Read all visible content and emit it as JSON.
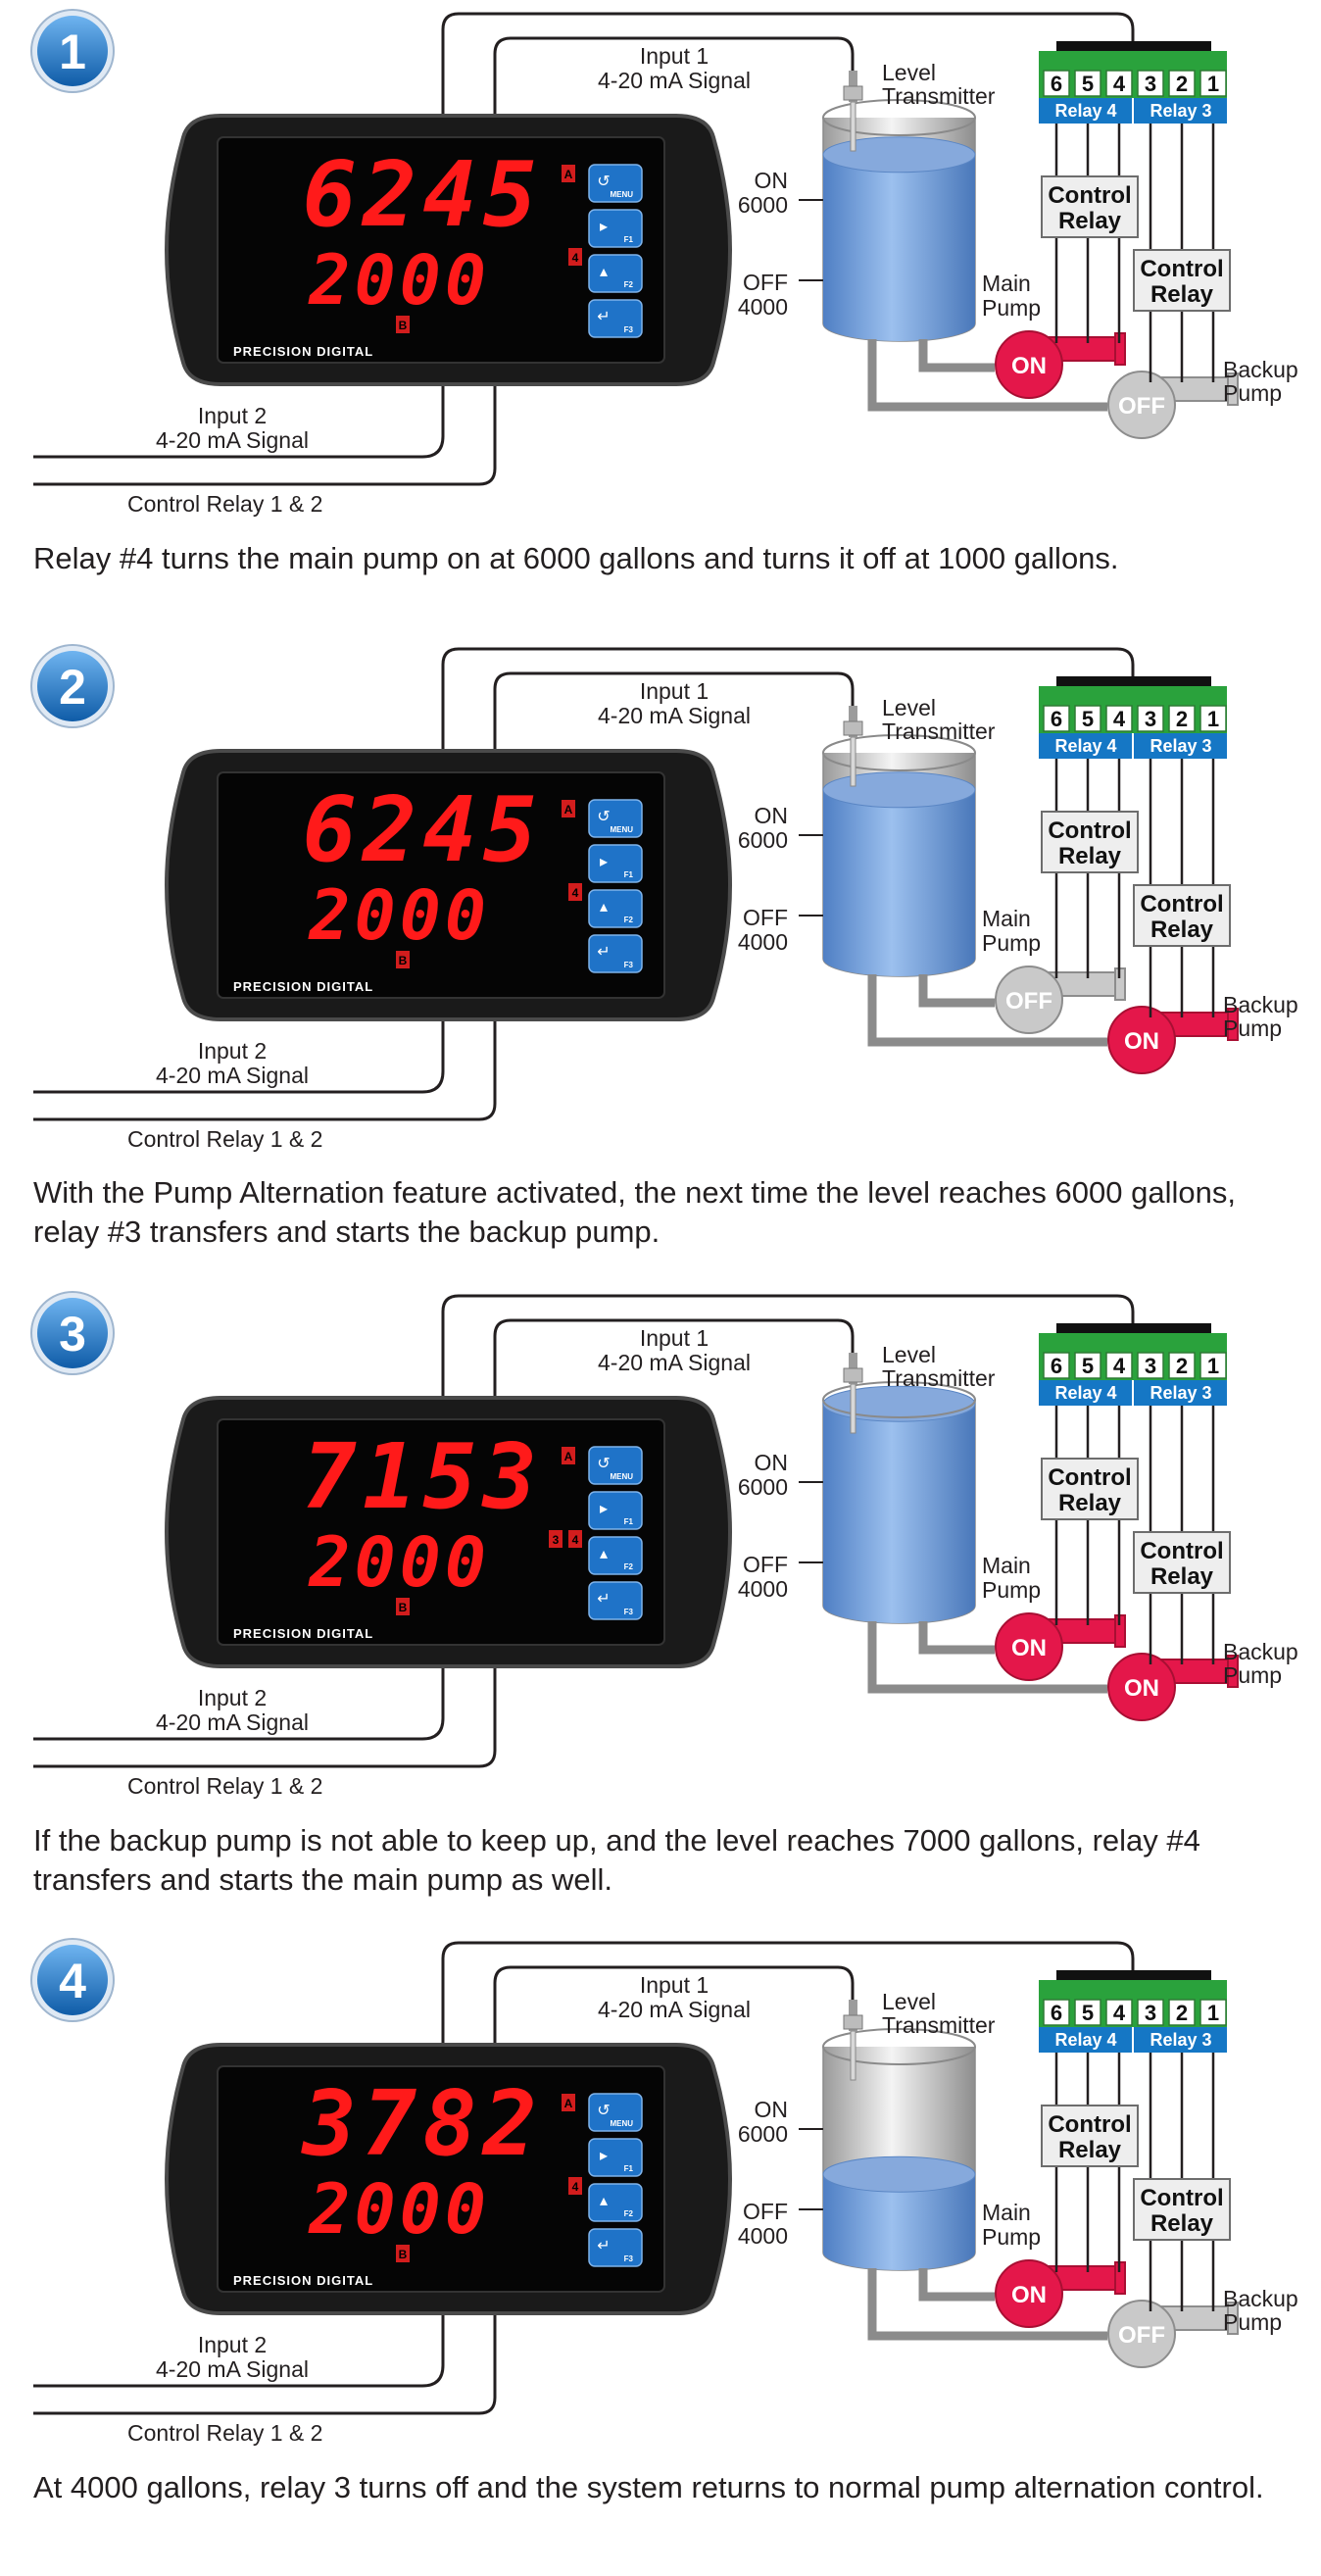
{
  "common": {
    "input1_line1": "Input 1",
    "input1_line2": "4-20 mA Signal",
    "input2_line1": "Input 2",
    "input2_line2": "4-20 mA Signal",
    "control_relays": "Control Relay 1 & 2",
    "level_line1": "Level",
    "level_line2": "Transmitter",
    "on_label": "ON",
    "on_value": "6000",
    "off_label": "OFF",
    "off_value": "4000",
    "main_pump_line1": "Main",
    "main_pump_line2": "Pump",
    "backup_pump_line1": "Backup",
    "backup_pump_line2": "Pump",
    "terminals": [
      "6",
      "5",
      "4",
      "3",
      "2",
      "1"
    ],
    "relay4": "Relay 4",
    "relay3": "Relay 3",
    "control_relay_line1": "Control",
    "control_relay_line2": "Relay",
    "brand": "PRECISION DIGITAL",
    "btn_menu": "MENU",
    "btn_f1": "F1",
    "btn_f2": "F2",
    "btn_f3": "F3",
    "indicator_a": "A",
    "indicator_b": "B"
  },
  "colors": {
    "on": "#e4174a",
    "off": "#c9c9c9",
    "terminal_green": "#2aa23c",
    "relay_blue": "#1577c5",
    "liquid": "#6f9bd6",
    "step_badge": "#1e78c8"
  },
  "steps": [
    {
      "number": "1",
      "display_top": "6245",
      "display_bottom": "2000",
      "relay_indicators": [
        "4"
      ],
      "tank_fill": 0.82,
      "main_pump": "ON",
      "backup_pump": "OFF",
      "caption": "Relay #4 turns the main pump on at 6000 gallons and turns it off at 1000 gallons."
    },
    {
      "number": "2",
      "display_top": "6245",
      "display_bottom": "2000",
      "relay_indicators": [
        "4"
      ],
      "tank_fill": 0.82,
      "main_pump": "OFF",
      "backup_pump": "ON",
      "caption": "With the Pump Alternation feature activated, the next time the level reaches 6000 gallons, relay #3 transfers and starts the backup pump."
    },
    {
      "number": "3",
      "display_top": "7153",
      "display_bottom": "2000",
      "relay_indicators": [
        "3",
        "4"
      ],
      "tank_fill": 0.98,
      "main_pump": "ON",
      "backup_pump": "ON",
      "caption": "If the backup pump is not able to keep up, and the level reaches 7000 gallons, relay #4 transfers and starts the main pump as well."
    },
    {
      "number": "4",
      "display_top": "3782",
      "display_bottom": "2000",
      "relay_indicators": [
        "4"
      ],
      "tank_fill": 0.38,
      "main_pump": "ON",
      "backup_pump": "OFF",
      "caption": "At 4000 gallons, relay 3 turns off and the system returns to normal pump alternation control."
    }
  ]
}
